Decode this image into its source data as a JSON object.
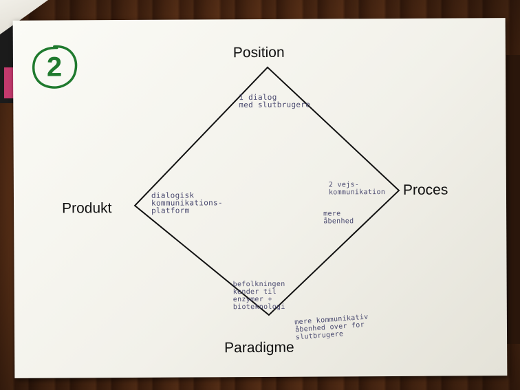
{
  "paper": {
    "badge_number": "2",
    "corners": {
      "top": "Position",
      "right": "Proces",
      "left": "Produkt",
      "bottom": "Paradigme"
    },
    "notes": {
      "top": "1 dialog\nmed slutbrugere",
      "right_a": "2 vejs-\nkommunikation",
      "right_b": "mere\nåbenhed",
      "left": "dialogisk\nkommunikations-\nplatform",
      "bottom": "befolkningen\nkender til\nenzymer +\nbioteknologi",
      "bottom_right": "mere kommunikativ\nåbenhed over for\nslutbrugere"
    }
  },
  "colors": {
    "ink": "#111111",
    "pencil": "#4a4a70",
    "marker": "#1f7a2e"
  }
}
